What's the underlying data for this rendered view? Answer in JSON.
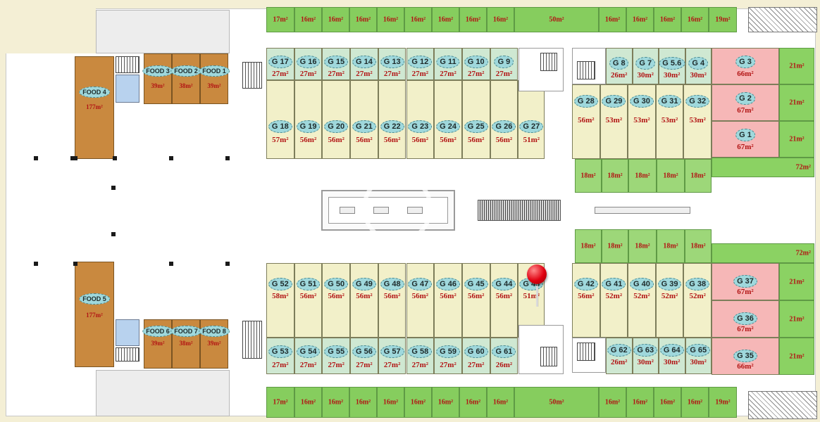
{
  "units_top_north_row": [
    {
      "id": "G 17",
      "area": "27m²"
    },
    {
      "id": "G 16",
      "area": "27m²"
    },
    {
      "id": "G 15",
      "area": "27m²"
    },
    {
      "id": "G 14",
      "area": "27m²"
    },
    {
      "id": "G 13",
      "area": "27m²"
    },
    {
      "id": "G 12",
      "area": "27m²"
    },
    {
      "id": "G 11",
      "area": "27m²"
    },
    {
      "id": "G 10",
      "area": "27m²"
    },
    {
      "id": "G 9",
      "area": "27m²"
    }
  ],
  "units_top_south_row": [
    {
      "id": "G 18",
      "area": "57m²"
    },
    {
      "id": "G 19",
      "area": "56m²"
    },
    {
      "id": "G 20",
      "area": "56m²"
    },
    {
      "id": "G 21",
      "area": "56m²"
    },
    {
      "id": "G 22",
      "area": "56m²"
    },
    {
      "id": "G 23",
      "area": "56m²"
    },
    {
      "id": "G 24",
      "area": "56m²"
    },
    {
      "id": "G 25",
      "area": "56m²"
    },
    {
      "id": "G 26",
      "area": "56m²"
    },
    {
      "id": "G 27",
      "area": "51m²"
    }
  ],
  "units_top_right_small": [
    {
      "id": "G 8",
      "area": "26m²"
    },
    {
      "id": "G 7",
      "area": "30m²"
    },
    {
      "id": "G 5.6",
      "area": "30m²"
    },
    {
      "id": "G 4",
      "area": "30m²"
    }
  ],
  "units_top_right_mid": [
    {
      "id": "G 28",
      "area": "56m²"
    },
    {
      "id": "G 29",
      "area": "53m²"
    },
    {
      "id": "G 30",
      "area": "53m²"
    },
    {
      "id": "G 31",
      "area": "53m²"
    },
    {
      "id": "G 32",
      "area": "53m²"
    }
  ],
  "units_top_pink": [
    {
      "id": "G 3",
      "area": "66m²"
    },
    {
      "id": "G 2",
      "area": "67m²"
    },
    {
      "id": "G 1",
      "area": "67m²"
    }
  ],
  "units_bottom_north_row": [
    {
      "id": "G 52",
      "area": "58m²"
    },
    {
      "id": "G 51",
      "area": "56m²"
    },
    {
      "id": "G 50",
      "area": "56m²"
    },
    {
      "id": "G 49",
      "area": "56m²"
    },
    {
      "id": "G 48",
      "area": "56m²"
    },
    {
      "id": "G 47",
      "area": "56m²"
    },
    {
      "id": "G 46",
      "area": "56m²"
    },
    {
      "id": "G 45",
      "area": "56m²"
    },
    {
      "id": "G 44",
      "area": "56m²"
    },
    {
      "id": "G 43",
      "area": "51m²"
    }
  ],
  "units_bottom_south_row": [
    {
      "id": "G 53",
      "area": "27m²"
    },
    {
      "id": "G 54",
      "area": "27m²"
    },
    {
      "id": "G 55",
      "area": "27m²"
    },
    {
      "id": "G 56",
      "area": "27m²"
    },
    {
      "id": "G 57",
      "area": "27m²"
    },
    {
      "id": "G 58",
      "area": "27m²"
    },
    {
      "id": "G 59",
      "area": "27m²"
    },
    {
      "id": "G 60",
      "area": "27m²"
    },
    {
      "id": "G 61",
      "area": "26m²"
    }
  ],
  "units_bottom_right_mid": [
    {
      "id": "G 42",
      "area": "56m²"
    },
    {
      "id": "G 41",
      "area": "52m²"
    },
    {
      "id": "G 40",
      "area": "52m²"
    },
    {
      "id": "G 39",
      "area": "52m²"
    },
    {
      "id": "G 38",
      "area": "52m²"
    }
  ],
  "units_bottom_right_small": [
    {
      "id": "G 62",
      "area": "26m²"
    },
    {
      "id": "G 63",
      "area": "30m²"
    },
    {
      "id": "G 64",
      "area": "30m²"
    },
    {
      "id": "G 65",
      "area": "30m²"
    }
  ],
  "units_bottom_pink": [
    {
      "id": "G 37",
      "area": "67m²"
    },
    {
      "id": "G 36",
      "area": "67m²"
    },
    {
      "id": "G 35",
      "area": "66m²"
    }
  ],
  "food_top_small": [
    {
      "id": "FOOD 3",
      "area": "39m²"
    },
    {
      "id": "FOOD 2",
      "area": "38m²"
    },
    {
      "id": "FOOD 1",
      "area": "39m²"
    }
  ],
  "food_bottom_small": [
    {
      "id": "FOOD 6",
      "area": "39m²"
    },
    {
      "id": "FOOD 7",
      "area": "38m²"
    },
    {
      "id": "FOOD 8",
      "area": "39m²"
    }
  ],
  "food_large": [
    {
      "id": "FOOD 4",
      "area": "177m²"
    },
    {
      "id": "FOOD 5",
      "area": "177m²"
    }
  ],
  "garden_top_strip": [
    "17m²",
    "16m²",
    "16m²",
    "16m²",
    "16m²",
    "16m²",
    "16m²",
    "16m²",
    "16m²",
    "50m²",
    "16m²",
    "16m²",
    "16m²",
    "16m²",
    "19m²"
  ],
  "garden_bottom_strip": [
    "17m²",
    "16m²",
    "16m²",
    "16m²",
    "16m²",
    "16m²",
    "16m²",
    "16m²",
    "16m²",
    "50m²",
    "16m²",
    "16m²",
    "16m²",
    "16m²",
    "19m²"
  ],
  "garden_top_small": [
    "18m²",
    "18m²",
    "18m²",
    "18m²",
    "18m²"
  ],
  "garden_bottom_small": [
    "18m²",
    "18m²",
    "18m²",
    "18m²",
    "18m²"
  ],
  "garden_right_top": [
    "21m²",
    "21m²",
    "21m²",
    "72m²"
  ],
  "garden_right_bottom": [
    "72m²",
    "21m²",
    "21m²",
    "21m²"
  ],
  "colors": {
    "shop": "#f2f0c9",
    "small_shop": "#cfe8d2",
    "anchor_shop": "#f6b7b7",
    "food": "#c9893f",
    "garden": "#86cd5e",
    "label_bubble": "#9fd8dc",
    "area_text": "#b21414",
    "pin": "#e00010"
  },
  "icons": {
    "pin": "map-pin-icon",
    "watermark": "search-home-watermark-icon"
  }
}
